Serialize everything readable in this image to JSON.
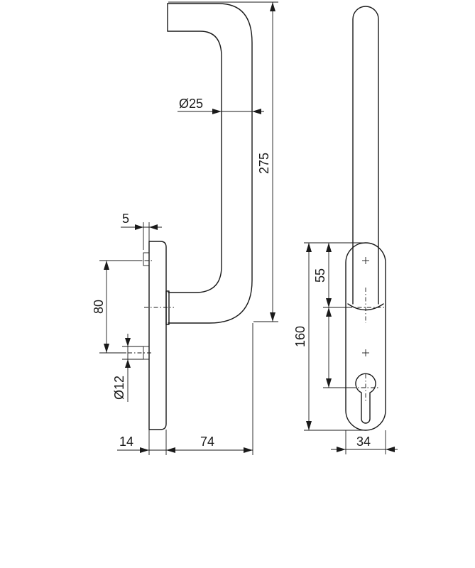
{
  "dimensions": {
    "height_total": "275",
    "diameter_bar": "Ø25",
    "offset_5": "5",
    "screw_spacing": "80",
    "screw_diameter": "Ø12",
    "plate_thickness": "14",
    "projection": "74",
    "plate_length": "160",
    "spindle_distance": "55",
    "plate_width": "34"
  },
  "colors": {
    "line": "#1a1a1a",
    "background": "#ffffff"
  }
}
